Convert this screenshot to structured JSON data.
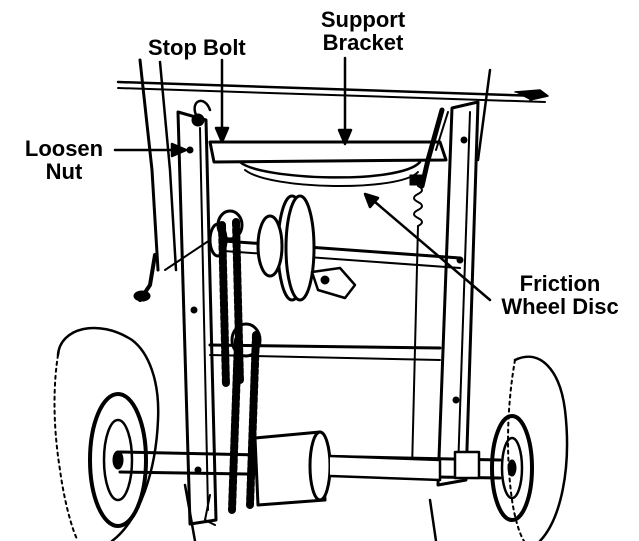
{
  "labels": {
    "support_bracket": {
      "line1": "Support",
      "line2": "Bracket"
    },
    "stop_bolt": "Stop Bolt",
    "loosen_nut": {
      "line1": "Loosen",
      "line2": "Nut"
    },
    "friction_wheel_disc": {
      "line1": "Friction",
      "line2": "Wheel Disc"
    }
  },
  "colors": {
    "ink": "#000000",
    "background": "#ffffff"
  }
}
